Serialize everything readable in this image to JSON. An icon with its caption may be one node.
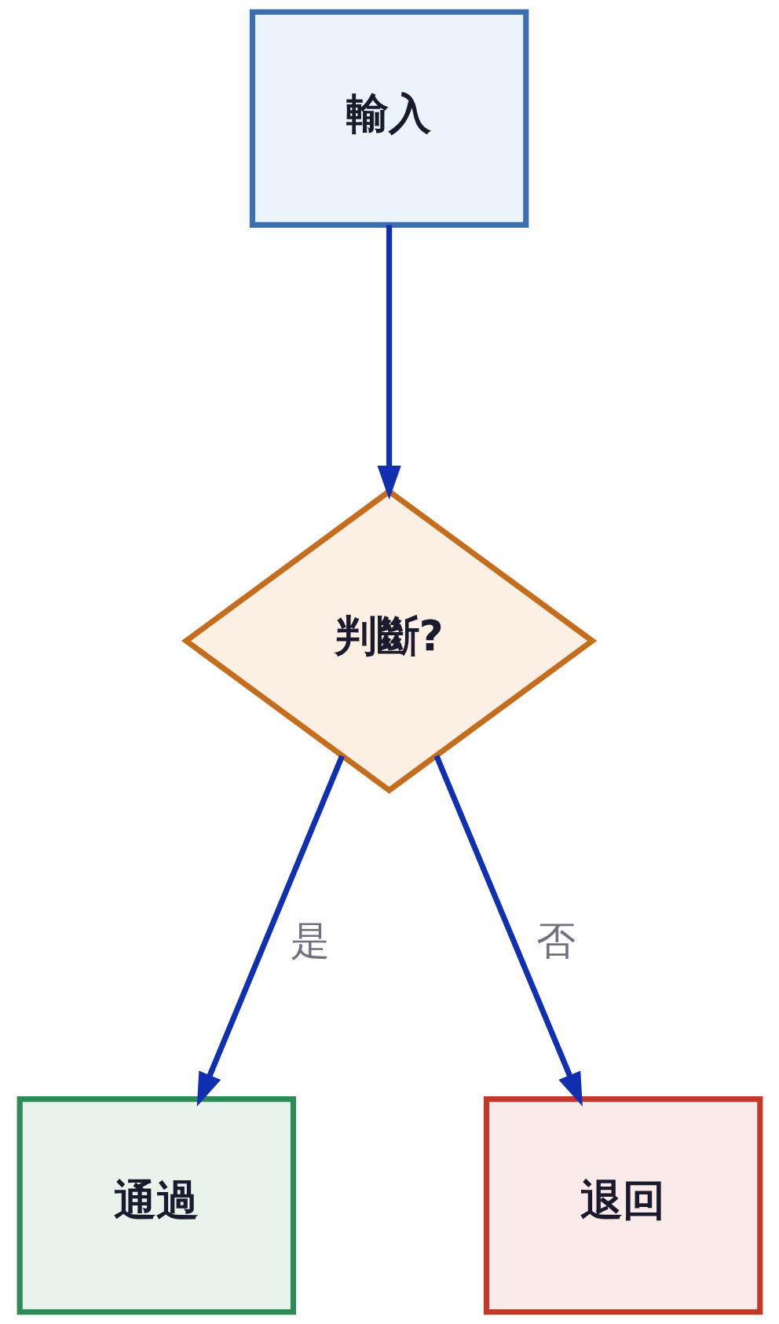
{
  "diagram": {
    "nodes": [
      {
        "text": [
          "輸入"
        ]
      },
      {
        "text": [
          "判斷?"
        ]
      },
      {
        "text": [
          "通過"
        ]
      },
      {
        "text": [
          "退回"
        ]
      }
    ],
    "edges": [
      {
        "from": 0,
        "to": 1,
        "arrow": "to"
      },
      {
        "from": 1,
        "to": 2,
        "arrow": "to",
        "label": "是"
      },
      {
        "from": 1,
        "to": 3,
        "arrow": "to",
        "label": "否"
      }
    ]
  }
}
